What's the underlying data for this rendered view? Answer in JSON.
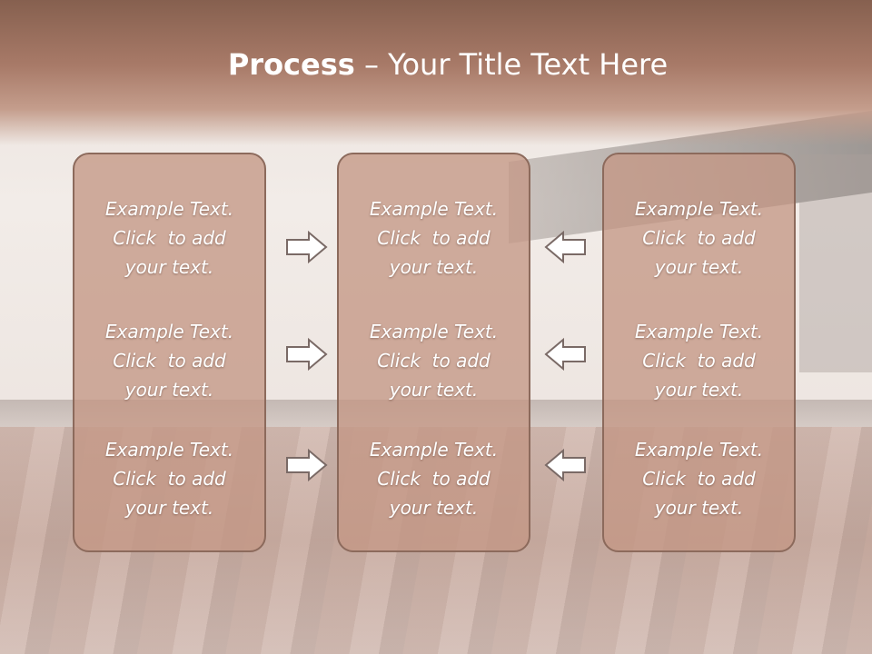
{
  "title": {
    "bold": "Process",
    "separator": " – ",
    "rest": "Your Title Text Here"
  },
  "panels": {
    "left": {
      "items": [
        "Example Text.\nClick  to add\nyour text.",
        "Example Text.\nClick  to add\nyour text.",
        "Example Text.\nClick  to add\nyour text."
      ]
    },
    "middle": {
      "items": [
        "Example Text.\nClick  to add\nyour text.",
        "Example Text.\nClick  to add\nyour text.",
        "Example Text.\nClick  to add\nyour text."
      ]
    },
    "right": {
      "items": [
        "Example Text.\nClick  to add\nyour text.",
        "Example Text.\nClick  to add\nyour text.",
        "Example Text.\nClick  to add\nyour text."
      ]
    }
  },
  "arrows": {
    "left_to_middle": [
      "arrow-right-icon",
      "arrow-right-icon",
      "arrow-right-icon"
    ],
    "right_to_middle": [
      "arrow-left-icon",
      "arrow-left-icon",
      "arrow-left-icon"
    ]
  },
  "colors": {
    "header": "#a87a68",
    "panel_fill": "#c49785",
    "panel_border": "#8c6a5c",
    "text": "#ffffff",
    "arrow_stroke": "#7a6a66"
  }
}
